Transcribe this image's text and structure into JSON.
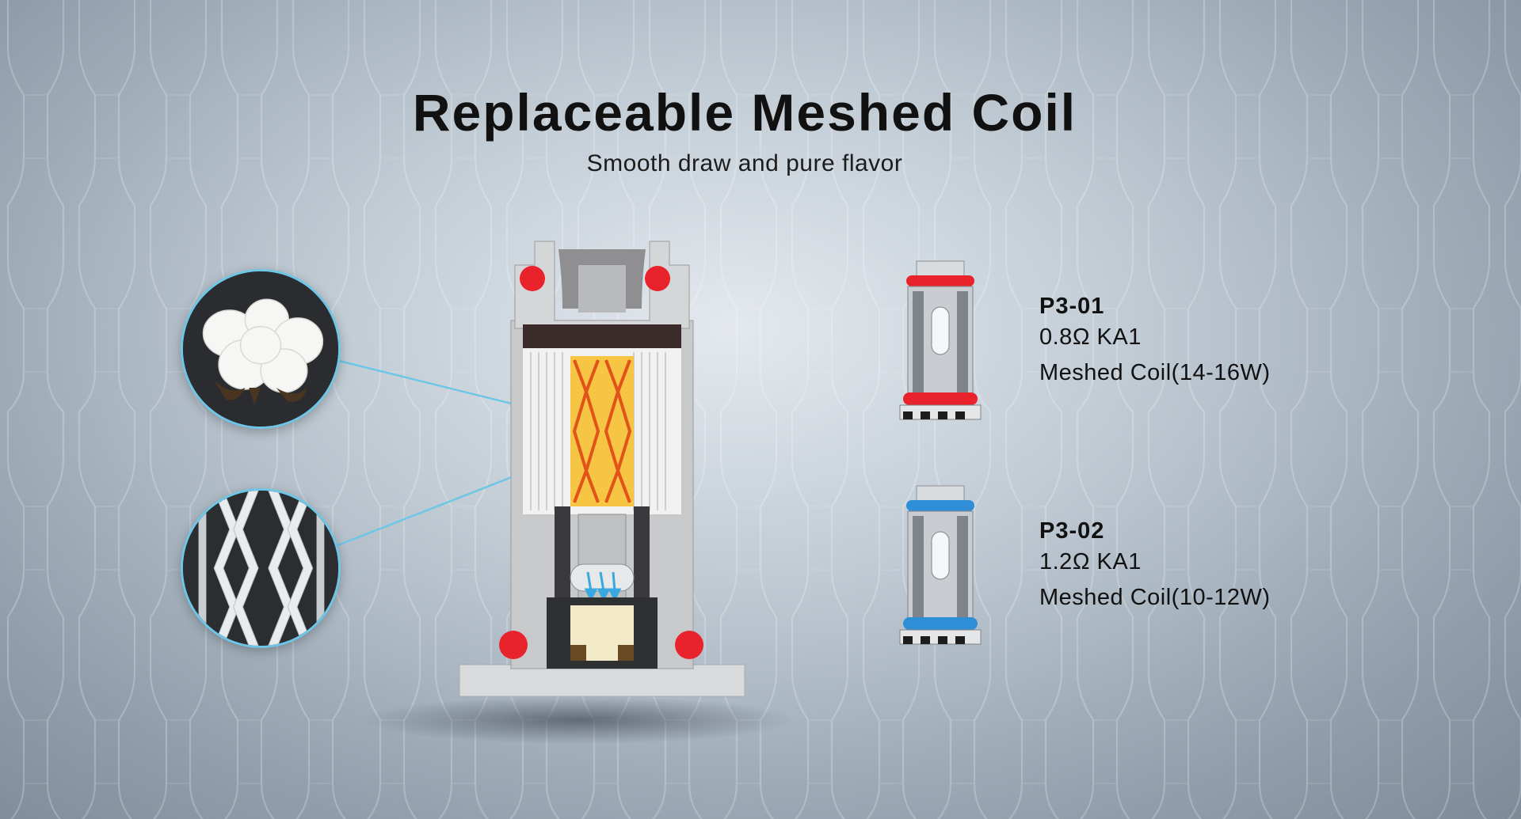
{
  "header": {
    "title": "Replaceable Meshed Coil",
    "subtitle": "Smooth draw and pure flavor"
  },
  "colors": {
    "accent_line": "#6ec6e6",
    "oring_red": "#e8232b",
    "oring_blue": "#2f8fd6",
    "title_text": "#111111"
  },
  "coils": [
    {
      "model": "P3-01",
      "resistance": "0.8Ω KA1",
      "description": "Meshed Coil(14-16W)",
      "ring_color": "red"
    },
    {
      "model": "P3-02",
      "resistance": "1.2Ω KA1",
      "description": "Meshed Coil(10-12W)",
      "ring_color": "blue"
    }
  ],
  "callouts": [
    {
      "icon": "cotton-icon"
    },
    {
      "icon": "mesh-icon"
    }
  ]
}
